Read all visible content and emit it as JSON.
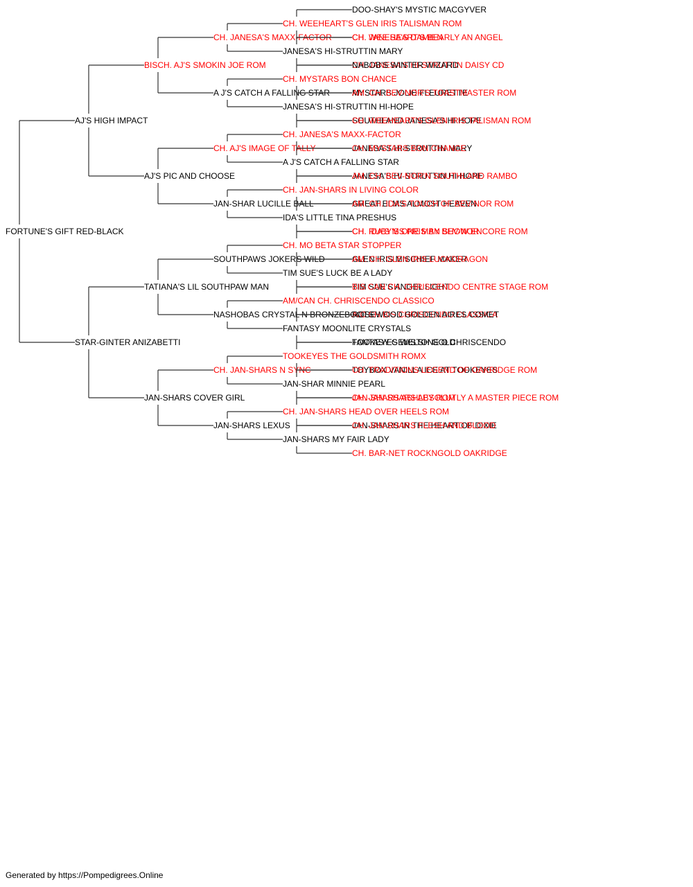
{
  "colors": {
    "champion": "#ff0000",
    "normal": "#000000",
    "line": "#333333"
  },
  "pedigree": {
    "name": "FORTUNE'S GIFT RED-BLACK",
    "champion": false,
    "sire": {
      "name": "AJ'S HIGH IMPACT",
      "champion": false,
      "sire": {
        "name": "BISCH. AJ'S SMOKIN JOE ROM",
        "champion": true,
        "sire": {
          "name": "CH. JANESA'S MAXX-FACTOR",
          "champion": true,
          "sire": {
            "name": "CH. WEEHEART'S GLEN IRIS TALISMAN ROM",
            "champion": true,
            "sire": {
              "name": "DOO-SHAY'S MYSTIC MACGYVER",
              "champion": false
            },
            "dam": {
              "name": "CH. WEE HEART'S BEARLY AN ANGEL",
              "champion": true
            }
          },
          "dam": {
            "name": "JANESA'S HI-STRUTTIN MARY",
            "champion": false,
            "sire": {
              "name": "CH. JANESA'S DAMIEN",
              "champion": true
            },
            "dam": {
              "name": "CH. JANESA'S HI-STRUTTIN DAISY CD",
              "champion": true
            }
          }
        },
        "dam": {
          "name": "A J'S CATCH A FALLING STAR",
          "champion": false,
          "sire": {
            "name": "CH. MYSTARS BON CHANCE",
            "champion": true,
            "sire": {
              "name": "NABOB'S WINTER WIZARD",
              "champion": false
            },
            "dam": {
              "name": "MYSTARS JOLIE FLEURETTE",
              "champion": false
            }
          },
          "dam": {
            "name": "JANESA'S HI-STRUTTIN HI-HOPE",
            "champion": false,
            "sire": {
              "name": "AM. CH. BEV-NOR'S TOASTMASTER ROM",
              "champion": true
            },
            "dam": {
              "name": "SOUTHLAND JANESA'S HI HOPE",
              "champion": false
            }
          }
        }
      },
      "dam": {
        "name": "AJ'S PIC AND CHOOSE",
        "champion": false,
        "sire": {
          "name": "CH. AJ'S IMAGE OF TALLY",
          "champion": true,
          "sire": {
            "name": "CH. JANESA'S MAXX-FACTOR",
            "champion": true,
            "sire": {
              "name": "CH. WEEHEART'S GLEN IRIS TALISMAN ROM",
              "champion": true
            },
            "dam": {
              "name": "JANESA'S HI-STRUTTIN MARY",
              "champion": false
            }
          },
          "dam": {
            "name": "A J'S CATCH A FALLING STAR",
            "champion": false,
            "sire": {
              "name": "CH. MYSTARS BON CHANCE",
              "champion": true
            },
            "dam": {
              "name": "JANESA'S HI-STRUTTIN HI-HOPE",
              "champion": false
            }
          }
        },
        "dam": {
          "name": "JAN-SHAR LUCILLE BALL",
          "champion": false,
          "sire": {
            "name": "CH. JAN-SHARS IN LIVING COLOR",
            "champion": true,
            "sire": {
              "name": "AM. CH. BEV-NOR'N SOUTHLAND RAMBO",
              "champion": true
            },
            "dam": {
              "name": "GREAT ELMS ALMOST HEAVEN",
              "champion": false
            }
          },
          "dam": {
            "name": "IDA'S LITTLE TINA PRESHUS",
            "champion": false,
            "sire": {
              "name": "AM. CH. IDA'S TOUCH OF BEV-NOR ROM",
              "champion": true
            },
            "dam": {
              "name": "CH. IDA'S MS PRIS BY BEV-NOR",
              "champion": true
            }
          }
        }
      }
    },
    "dam": {
      "name": "STAR-GINTER ANIZABETTI",
      "champion": false,
      "sire": {
        "name": "TATIANA'S LIL SOUTHPAW MAN",
        "champion": false,
        "sire": {
          "name": "SOUTHPAWS JOKERS WILD",
          "champion": false,
          "sire": {
            "name": "CH. MO BETA STAR STOPPER",
            "champion": true,
            "sire": {
              "name": "CH. RUBY'S ONE MAN SHOW ENCORE ROM",
              "champion": true
            },
            "dam": {
              "name": "GLEN IRIS MISCHIEF MAKER",
              "champion": false
            }
          },
          "dam": {
            "name": "TIM SUE'S LUCK BE A LADY",
            "champion": false,
            "sire": {
              "name": "AM. CH. GLEN IRIS LUCKDRAGON",
              "champion": true
            },
            "dam": {
              "name": "TIM SUE'S ANGEL LIGHT",
              "champion": false
            }
          }
        },
        "dam": {
          "name": "NASHOBAS CRYSTAL N BRONZEBOOTS",
          "champion": false,
          "sire": {
            "name": "AM/CAN CH. CHRISCENDO CLASSICO",
            "champion": true,
            "sire": {
              "name": "BIS CAN CH. CHRISCENDO CENTRE STAGE ROM",
              "champion": true
            },
            "dam": {
              "name": "A/C CH.BIS CHRISCENDO CLASSICA",
              "champion": true
            }
          },
          "dam": {
            "name": "FANTASY MOONLITE CRYSTALS",
            "champion": false,
            "sire": {
              "name": "ROSEWOOD GOLDEN AIRES COMET",
              "champion": false
            },
            "dam": {
              "name": "FANTASY GEMSTONE O CHRISCENDO",
              "champion": false
            }
          }
        }
      },
      "dam": {
        "name": "JAN-SHARS COVER GIRL",
        "champion": false,
        "sire": {
          "name": "CH. JAN-SHARS N SYNC",
          "champion": true,
          "sire": {
            "name": "TOOKEYES THE GOLDSMITH ROMX",
            "champion": true,
            "sire": {
              "name": "TOOKEYES WELSH GOLD",
              "champion": false
            },
            "dam": {
              "name": "TOYBOX VANILLA ICE AT TOOKEYES",
              "champion": false
            }
          },
          "dam": {
            "name": "JAN-SHAR MINNIE PEARL",
            "champion": false,
            "sire": {
              "name": "CH. TRADITIONS LEGEND OF OAKRIDGE ROM",
              "champion": true
            },
            "dam": {
              "name": "JAN-SHARS ASHLEY ROM",
              "champion": true
            }
          }
        },
        "dam": {
          "name": "JAN-SHARS LEXUS",
          "champion": false,
          "sire": {
            "name": "CH. JAN-SHARS HEAD OVER HEELS ROM",
            "champion": true,
            "sire": {
              "name": "CH. JAN-SHARS ABSOLUTLY A MASTER PIECE ROM",
              "champion": true
            },
            "dam": {
              "name": "JAN-SHARS IN THE HEART OF DIXIE",
              "champion": false
            }
          },
          "dam": {
            "name": "JAN-SHARS MY FAIR LADY",
            "champion": false,
            "sire": {
              "name": "CH. JAN-SHARS FLESH AND BLOOD",
              "champion": true
            },
            "dam": {
              "name": "CH. BAR-NET ROCKNGOLD OAKRIDGE",
              "champion": true
            }
          }
        }
      }
    }
  },
  "footer": {
    "text": "Generated by https://Pompedigrees.Online"
  }
}
